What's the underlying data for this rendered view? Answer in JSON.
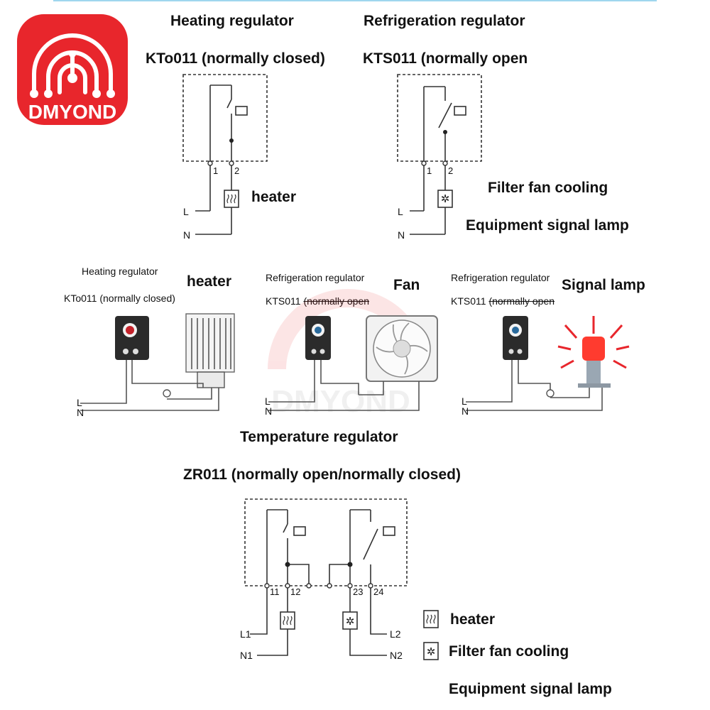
{
  "brand": {
    "name": "DMYOND",
    "watermark": "DMYOND",
    "color": "#e8262c"
  },
  "colors": {
    "line": "#333333",
    "device": "#2b2b2b",
    "red_knob": "#c4232b",
    "blue_knob": "#2a6a9c",
    "lamp": "#ff3b2f"
  },
  "top_left": {
    "title": "Heating regulator",
    "model": "KTo011 (normally closed)",
    "terminal_1": "1",
    "terminal_2": "2",
    "line_L": "L",
    "line_N": "N",
    "load_label": "heater",
    "load_icon": "heater-icon"
  },
  "top_right": {
    "title": "Refrigeration regulator",
    "model": "KTS011 (normally open",
    "terminal_1": "1",
    "terminal_2": "2",
    "line_L": "L",
    "line_N": "N",
    "load_label_1": "Filter fan cooling",
    "load_label_2": "Equipment signal lamp",
    "load_icon": "fan-icon"
  },
  "middle": {
    "heater": {
      "title": "Heating regulator",
      "model": "KTo011 (normally closed)",
      "device_label": "heater",
      "line_L": "L",
      "line_N": "N"
    },
    "fan": {
      "title": "Refrigeration regulator",
      "model_main": "KTS011",
      "model_struck": "(normally open",
      "device_label": "Fan",
      "line_L": "L",
      "line_N": "N"
    },
    "lamp": {
      "title": "Refrigeration regulator",
      "model_main": "KTS011",
      "model_struck": "(normally open",
      "device_label": "Signal lamp",
      "line_L": "L",
      "line_N": "N"
    },
    "caption": "Temperature regulator"
  },
  "bottom": {
    "model": "ZR011 (normally open/normally closed)",
    "terminals": [
      "11",
      "12",
      "23",
      "24"
    ],
    "line_L1": "L1",
    "line_N1": "N1",
    "line_L2": "L2",
    "line_N2": "N2",
    "legend": [
      {
        "icon": "heater-icon",
        "label": "heater"
      },
      {
        "icon": "fan-icon",
        "label": "Filter fan cooling"
      }
    ],
    "footer": "Equipment signal lamp"
  }
}
